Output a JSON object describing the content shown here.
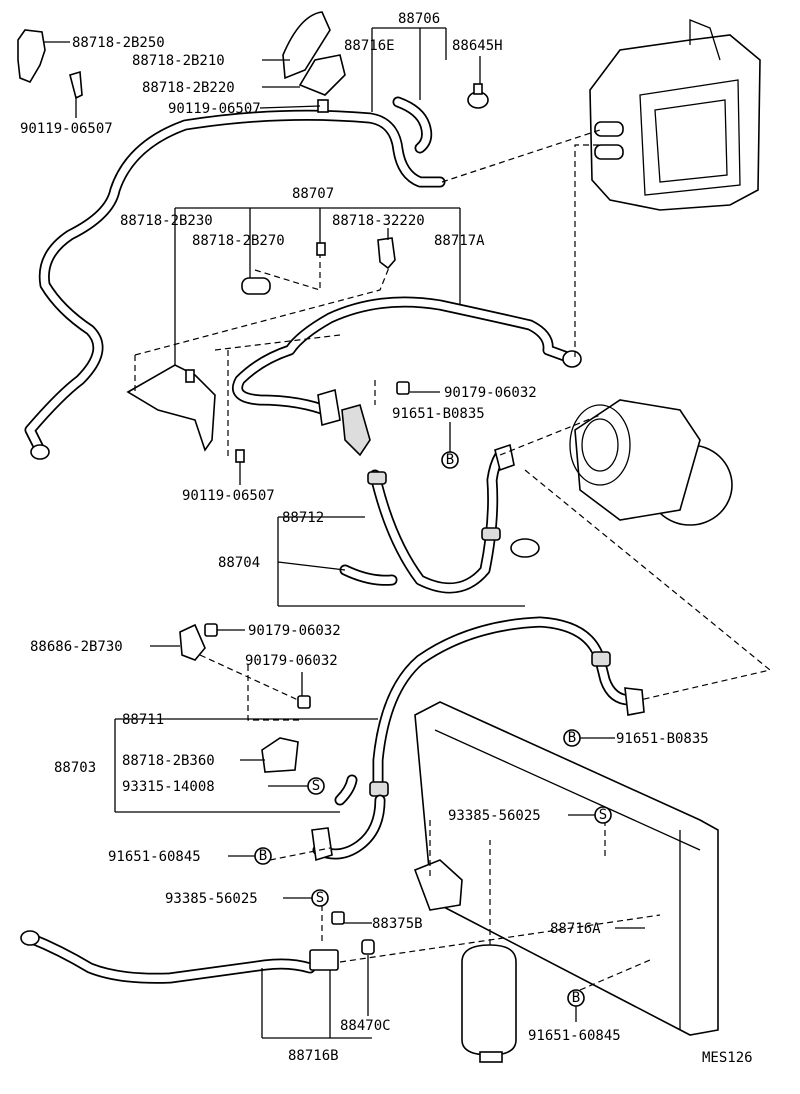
{
  "diagram_code": "MES126",
  "labels": {
    "p88718_2b250": "88718-2B250",
    "p88718_2b210": "88718-2B210",
    "p88718_2b220": "88718-2B220",
    "p90119_06507_a": "90119-06507",
    "p90119_06507_b": "90119-06507",
    "p90119_06507_c": "90119-06507",
    "p88706": "88706",
    "p88716e": "88716E",
    "p88645h": "88645H",
    "p88707": "88707",
    "p88718_2b230": "88718-2B230",
    "p88718_2b270": "88718-2B270",
    "p88718_32220": "88718-32220",
    "p88717a": "88717A",
    "p90179_06032_a": "90179-06032",
    "p91651_b0835_a": "91651-B0835",
    "p88712": "88712",
    "p88704": "88704",
    "p88686_2b730": "88686-2B730",
    "p90179_06032_b": "90179-06032",
    "p90179_06032_c": "90179-06032",
    "p88711": "88711",
    "p88703": "88703",
    "p88718_2b360": "88718-2B360",
    "p93315_14008": "93315-14008",
    "p91651_b0835_b": "91651-B0835",
    "p93385_56025_a": "93385-56025",
    "p91651_60845_a": "91651-60845",
    "p93385_56025_b": "93385-56025",
    "p88375b": "88375B",
    "p88716a": "88716A",
    "p91651_60845_b": "91651-60845",
    "p88470c": "88470C",
    "p88716b": "88716B"
  },
  "markers": {
    "b": "B",
    "s": "S"
  }
}
